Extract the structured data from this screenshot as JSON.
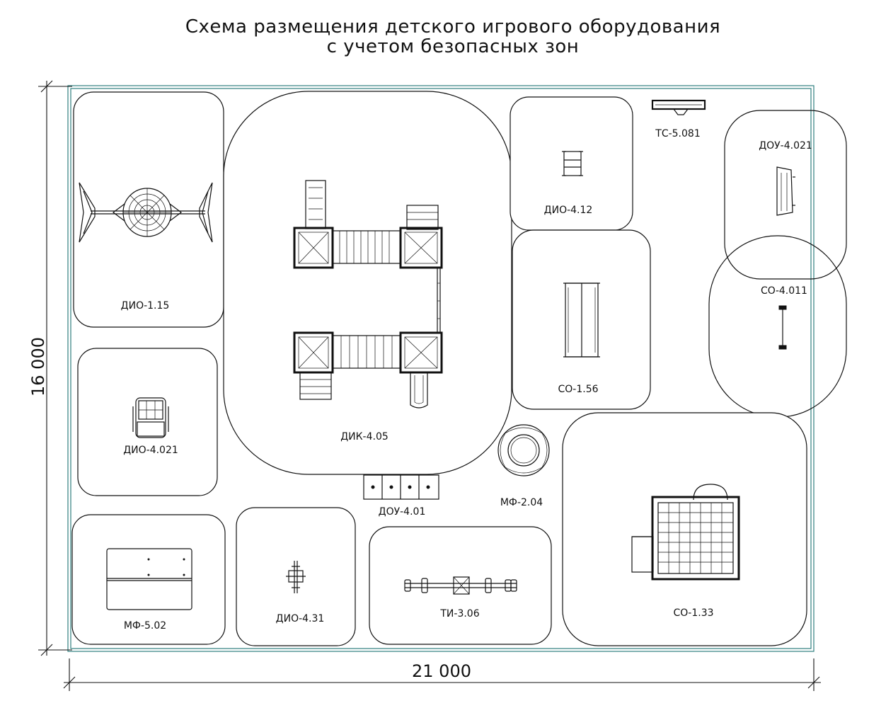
{
  "title": {
    "line1": "Схема размещения детского игрового оборудования",
    "line2": "с учетом безопасных зон"
  },
  "dimensions": {
    "width": "21 000",
    "height": "16 000"
  },
  "labels": {
    "dio_1_15": "ДИО-1.15",
    "dik_4_05": "ДИК-4.05",
    "dio_4_12": "ДИО-4.12",
    "ts_5_081": "ТС-5.081",
    "dou_4_021": "ДОУ-4.021",
    "co_4_011": "СО-4.011",
    "co_1_56": "СО-1.56",
    "dio_4_021": "ДИО-4.021",
    "dou_4_01": "ДОУ-4.01",
    "mf_2_04": "МФ-2.04",
    "mf_5_02": "МФ-5.02",
    "dio_4_31": "ДИО-4.31",
    "ti_3_06": "ТИ-3.06",
    "co_1_33": "СО-1.33"
  },
  "colors": {
    "border": "#2f7f7f",
    "line": "#111111"
  }
}
